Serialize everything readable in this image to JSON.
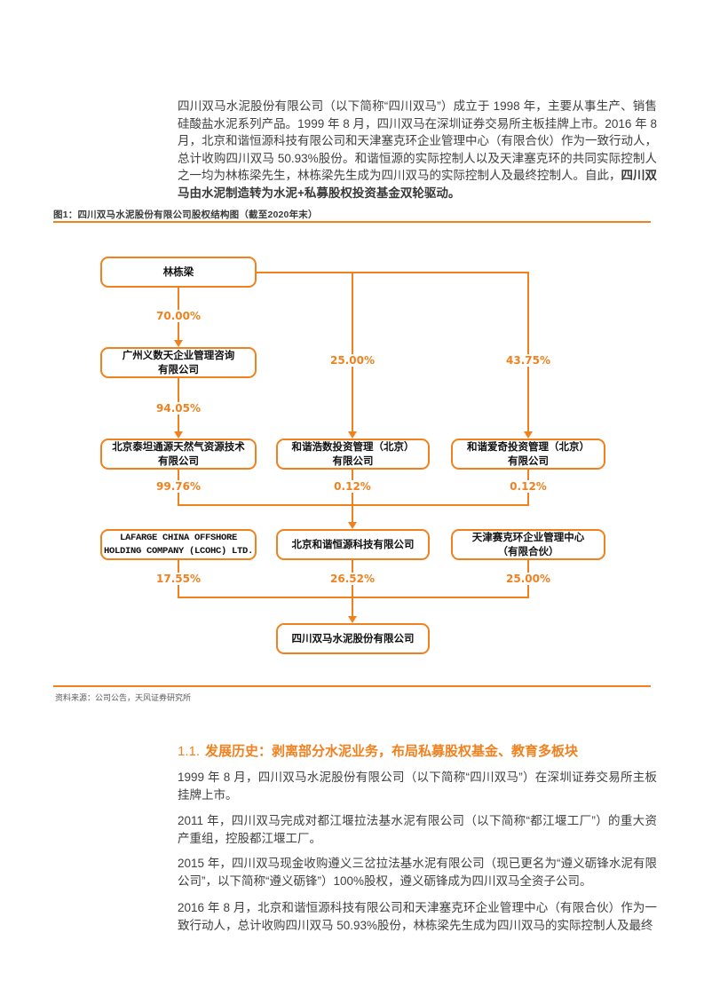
{
  "colors": {
    "orange": "#F0811E",
    "body_text": "#404040",
    "source_text": "#595959"
  },
  "intro": {
    "text": "四川双马水泥股份有限公司（以下简称“四川双马”）成立于 1998 年，主要从事生产、销售硅酸盐水泥系列产品。1999 年 8 月，四川双马在深圳证券交易所主板挂牌上市。2016 年 8 月，北京和谐恒源科技有限公司和天津塞克环企业管理中心（有限合伙）作为一致行动人，总计收购四川双马 50.93%股份。和谐恒源的实际控制人以及天津塞克环的共同实际控制人之一均为林栋梁先生，林栋梁先生成为四川双马的实际控制人及最终控制人。自此，",
    "bold_text": "四川双马由水泥制造转为水泥+私募股权投资基金双轮驱动。"
  },
  "figure": {
    "caption": "图1：四川双马水泥股份有限公司股权结构图（截至2020年末）",
    "source": "资料来源：公司公告，天风证券研究所"
  },
  "chart": {
    "type": "org-structure-diagram",
    "nodes": {
      "lin": {
        "label": "林栋梁"
      },
      "guangzhou": {
        "label": "广州义数天企业管理咨询\n有限公司"
      },
      "titan": {
        "label": "北京泰坦通源天然气资源技术\n有限公司"
      },
      "haoshu": {
        "label": "和谐浩数投资管理（北京）\n有限公司"
      },
      "aiqi": {
        "label": "和谐爱奇投资管理（北京）\n有限公司"
      },
      "lafarge": {
        "label": "LAFARGE CHINA OFFSHORE\nHOLDING COMPANY (LCOHC) LTD."
      },
      "hengyuan": {
        "label": "北京和谐恒源科技有限公司"
      },
      "saikehuan": {
        "label": "天津赛克环企业管理中心\n（有限合伙）"
      },
      "shuangma": {
        "label": "四川双马水泥股份有限公司"
      }
    },
    "percentages": {
      "lin_to_guangzhou": "70.00%",
      "guangzhou_to_titan": "94.05%",
      "lin_to_haoshu": "25.00%",
      "lin_to_aiqi": "43.75%",
      "titan_to_hengyuan": "99.76%",
      "haoshu_to_hengyuan": "0.12%",
      "aiqi_to_hengyuan": "0.12%",
      "lafarge_to_shuangma": "17.55%",
      "hengyuan_to_shuangma": "26.52%",
      "saikehuan_to_shuangma": "25.00%"
    }
  },
  "section": {
    "number": "1.1.",
    "title": "发展历史：剥离部分水泥业务，布局私募股权基金、教育多板块"
  },
  "paragraphs": [
    "1999 年 8 月，四川双马水泥股份有限公司（以下简称“四川双马”）在深圳证券交易所主板挂牌上市。",
    "2011 年，四川双马完成对都江堰拉法基水泥有限公司（以下简称“都江堰工厂”）的重大资产重组，控股都江堰工厂。",
    "2015 年，四川双马现金收购遵义三岔拉法基水泥有限公司（现已更名为“遵义砺锋水泥有限公司”，以下简称“遵义砺锋”）100%股权，遵义砺锋成为四川双马全资子公司。",
    "2016 年 8 月，北京和谐恒源科技有限公司和天津塞克环企业管理中心（有限合伙）作为一致行动人，总计收购四川双马 50.93%股份，林栋梁先生成为四川双马的实际控制人及最终"
  ]
}
